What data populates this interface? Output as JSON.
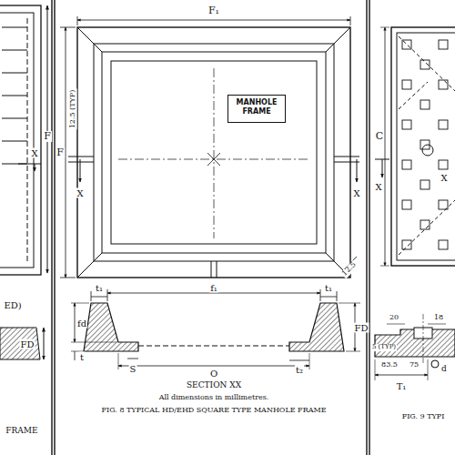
{
  "diagram": {
    "caption": "FIG. 8 TYPICAL HD/EHD SQUARE TYPE MANHOLE FRAME",
    "nodes": [
      {
        "text": [
          "MANHOLE FRAME"
        ]
      }
    ],
    "labels": [
      "F",
      "X",
      "ED)",
      "FD",
      "FRAME",
      "F₁",
      "F",
      "12.5 (TYP)",
      "X",
      "X",
      "12.5",
      "t₁",
      "f₁",
      "t₁",
      "fd",
      "FD",
      "t",
      "S",
      "O",
      "t₂",
      "SECTION XX",
      "All dimensions in millimetres.",
      "C",
      "X",
      "X",
      "20",
      "18",
      "5 (TYP)",
      "83.5",
      "75",
      "d",
      "T₁",
      "FIG. 9 TYPI"
    ]
  }
}
